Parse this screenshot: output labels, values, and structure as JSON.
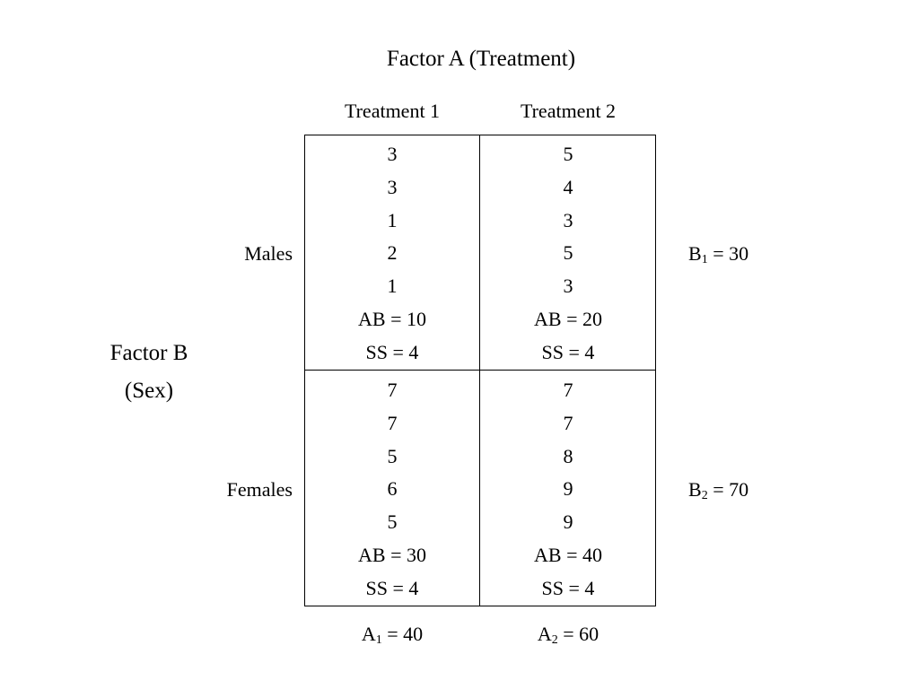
{
  "title": "Factor A (Treatment)",
  "columns": [
    "Treatment 1",
    "Treatment 2"
  ],
  "factor_b": {
    "line1": "Factor B",
    "line2": "(Sex)"
  },
  "rows": [
    {
      "label": "Males",
      "cells": [
        {
          "scores": [
            "3",
            "3",
            "1",
            "2",
            "1"
          ],
          "ab": "AB = 10",
          "ss": "SS = 4"
        },
        {
          "scores": [
            "5",
            "4",
            "3",
            "5",
            "3"
          ],
          "ab": "AB = 20",
          "ss": "SS = 4"
        }
      ],
      "total": {
        "letter": "B",
        "sub": "1",
        "value": " = 30"
      }
    },
    {
      "label": "Females",
      "cells": [
        {
          "scores": [
            "7",
            "7",
            "5",
            "6",
            "5"
          ],
          "ab": "AB = 30",
          "ss": "SS = 4"
        },
        {
          "scores": [
            "7",
            "7",
            "8",
            "9",
            "9"
          ],
          "ab": "AB = 40",
          "ss": "SS = 4"
        }
      ],
      "total": {
        "letter": "B",
        "sub": "2",
        "value": " = 70"
      }
    }
  ],
  "column_totals": [
    {
      "letter": "A",
      "sub": "1",
      "value": " = 40"
    },
    {
      "letter": "A",
      "sub": "2",
      "value": " = 60"
    }
  ]
}
